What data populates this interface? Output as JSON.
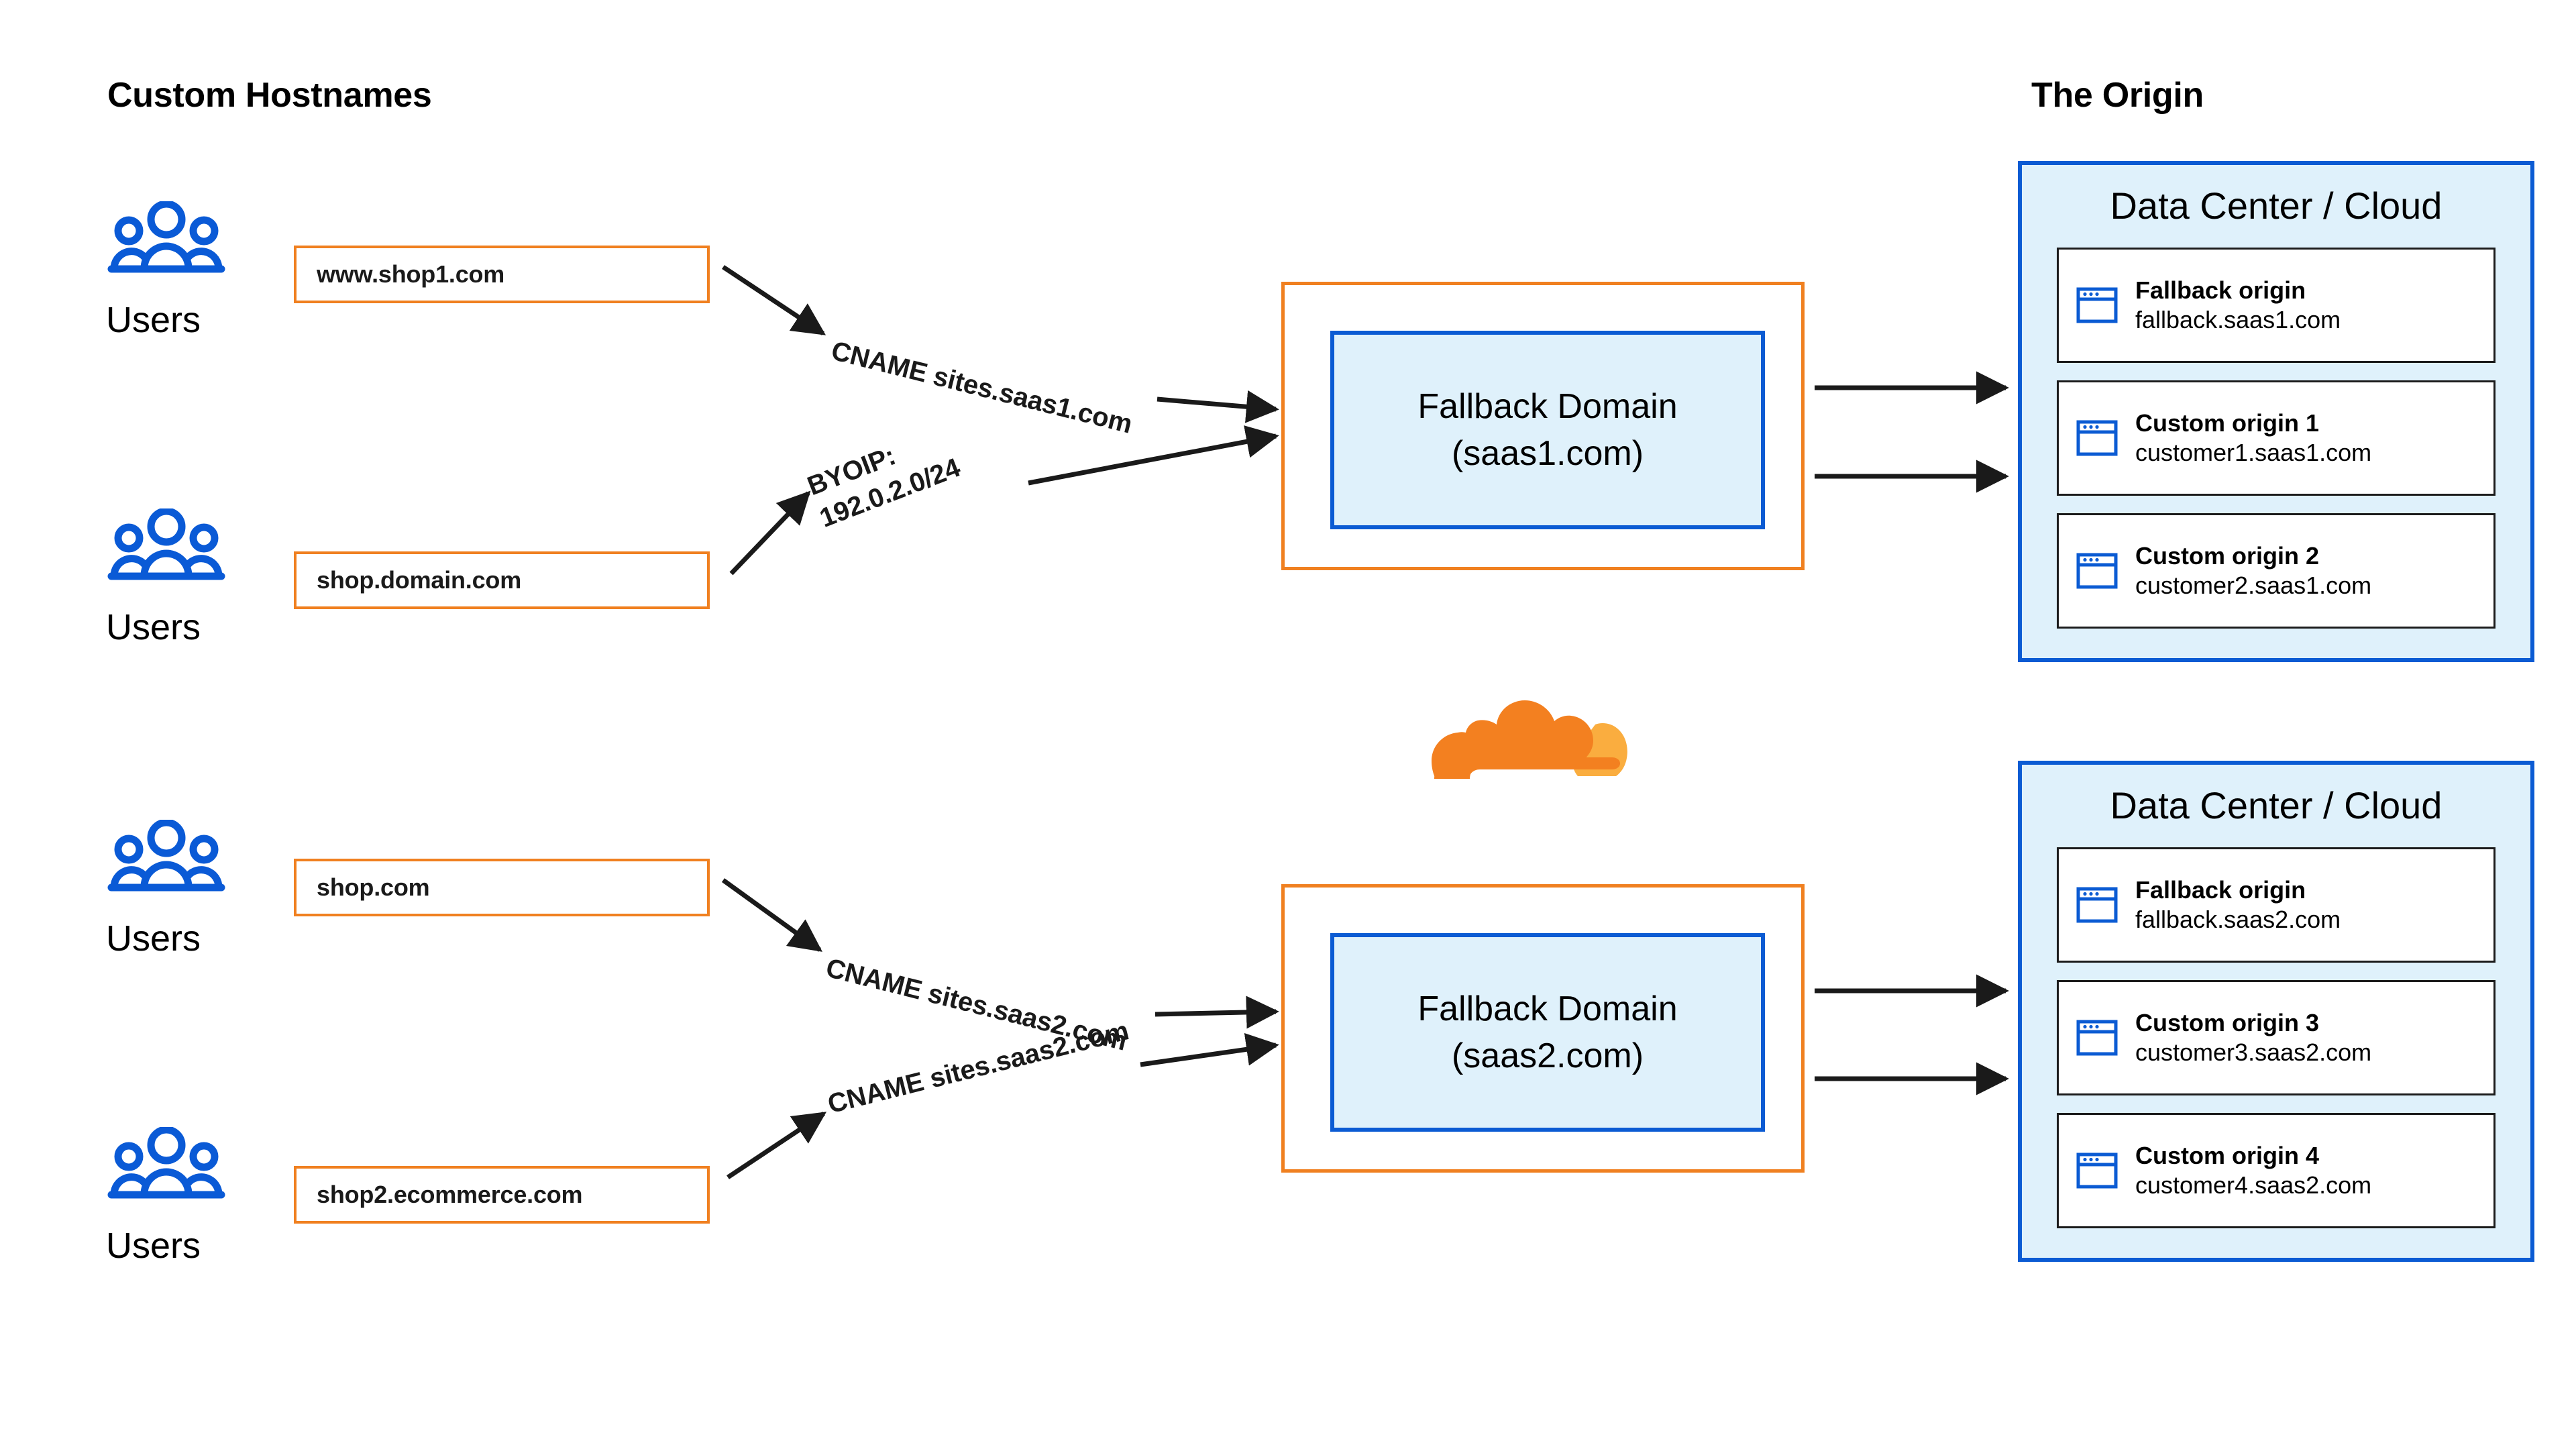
{
  "titles": {
    "left": "Custom Hostnames",
    "right": "The Origin"
  },
  "users_groups": [
    {
      "label": "Users",
      "icon": "users-icon"
    },
    {
      "label": "Users",
      "icon": "users-icon"
    },
    {
      "label": "Users",
      "icon": "users-icon"
    },
    {
      "label": "Users",
      "icon": "users-icon"
    }
  ],
  "hostnames": [
    {
      "value": "www.shop1.com"
    },
    {
      "value": "shop.domain.com"
    },
    {
      "value": "shop.com"
    },
    {
      "value": "shop2.ecommerce.com"
    }
  ],
  "fallback_domains": [
    {
      "line1": "Fallback Domain",
      "line2": "(saas1.com)"
    },
    {
      "line1": "Fallback Domain",
      "line2": "(saas2.com)"
    }
  ],
  "connector_labels": {
    "cname1": "CNAME sites.saas1.com",
    "byoip_line1": "BYOIP:",
    "byoip_line2": "192.0.2.0/24",
    "cname2": "CNAME sites.saas2.com",
    "cname3": "CNAME sites.saas2.com"
  },
  "datacenters": [
    {
      "title": "Data Center / Cloud",
      "origins": [
        {
          "name": "Fallback origin",
          "host": "fallback.saas1.com",
          "icon": "browser-window-icon"
        },
        {
          "name": "Custom origin 1",
          "host": "customer1.saas1.com",
          "icon": "browser-window-icon"
        },
        {
          "name": "Custom origin 2",
          "host": "customer2.saas1.com",
          "icon": "browser-window-icon"
        }
      ]
    },
    {
      "title": "Data Center / Cloud",
      "origins": [
        {
          "name": "Fallback origin",
          "host": "fallback.saas2.com",
          "icon": "browser-window-icon"
        },
        {
          "name": "Custom origin 3",
          "host": "customer3.saas2.com",
          "icon": "browser-window-icon"
        },
        {
          "name": "Custom origin 4",
          "host": "customer4.saas2.com",
          "icon": "browser-window-icon"
        }
      ]
    }
  ],
  "logo": {
    "name": "cloudflare-logo"
  },
  "colors": {
    "orange": "#F08020",
    "logo_orange_dark": "#F38020",
    "logo_orange_light": "#FAAD3F",
    "blue": "#0B5BD3",
    "blue_fill": "#DFF1FB",
    "icon_blue": "#0A5AD6",
    "text": "#000000",
    "arrow": "#1a1a1a"
  }
}
